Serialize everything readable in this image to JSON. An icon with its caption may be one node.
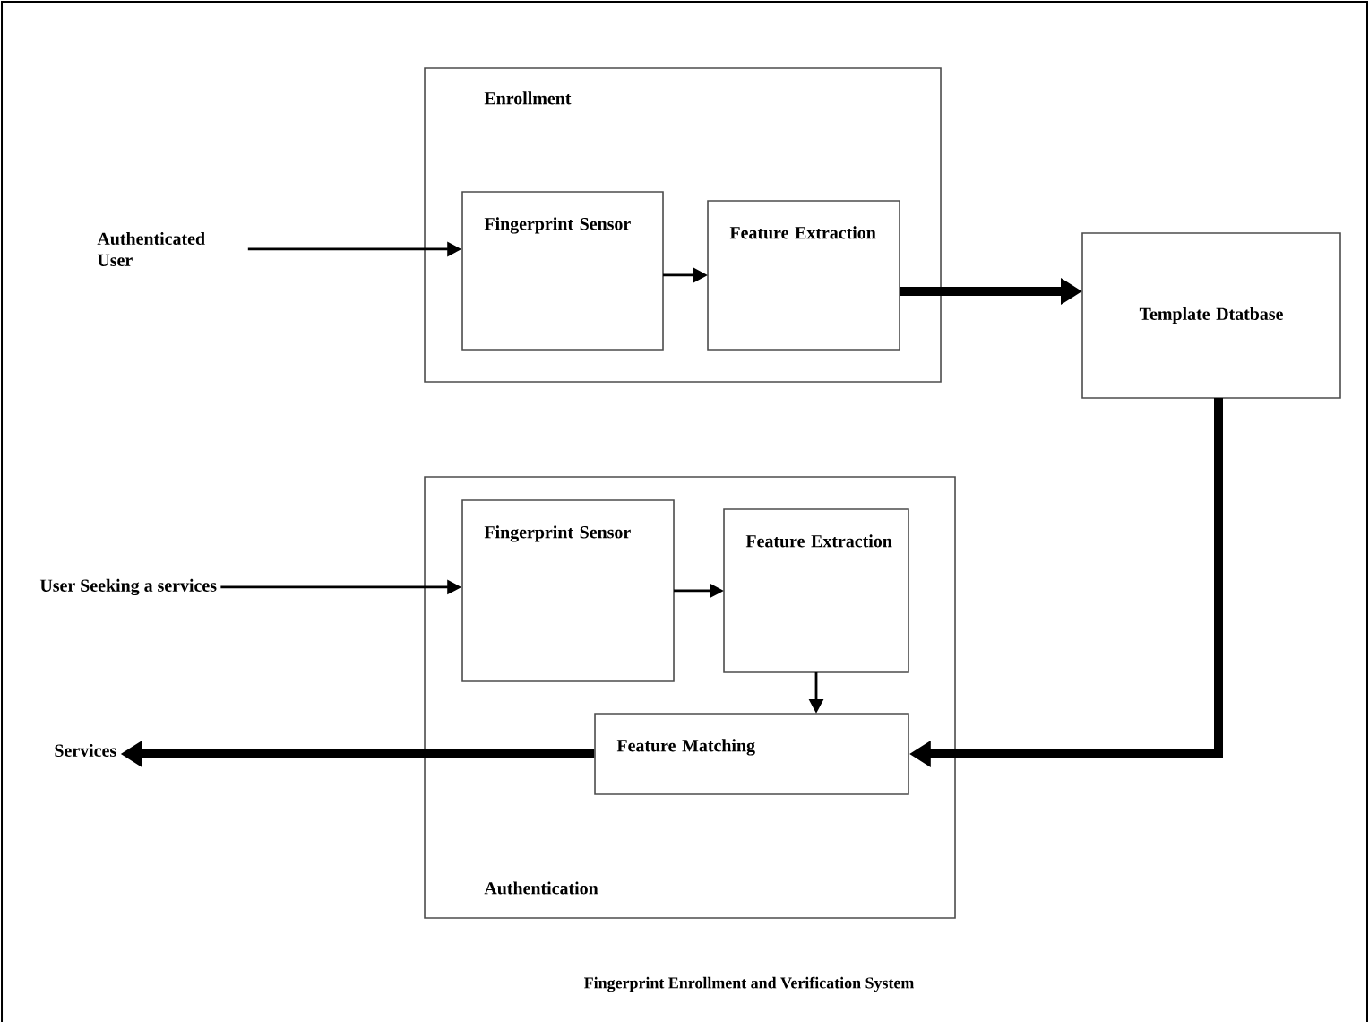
{
  "diagram": {
    "caption": "Fingerprint Enrollment and Verification System",
    "nodes": [
      {
        "text": [
          "Enrollment"
        ]
      },
      {
        "text": [
          "Fingerprint Sensor"
        ],
        "in": 0
      },
      {
        "text": [
          "Feature Extraction"
        ],
        "in": 0
      },
      {
        "text": [
          "Template Dtatbase"
        ]
      },
      {
        "text": [
          "Authenticated User"
        ]
      },
      {
        "text": [
          "Authentication"
        ]
      },
      {
        "text": [
          "Fingerprint Sensor"
        ],
        "in": 5
      },
      {
        "text": [
          "Feature Extraction"
        ],
        "in": 5
      },
      {
        "text": [
          "Feature Matching"
        ],
        "in": 5
      },
      {
        "text": [
          "User Seeking a services"
        ]
      },
      {
        "text": [
          "Services"
        ]
      }
    ],
    "edges": [
      {
        "from": 4,
        "to": 1,
        "arrow": "to"
      },
      {
        "from": 1,
        "to": 2,
        "arrow": "to"
      },
      {
        "from": 2,
        "to": 3,
        "arrow": "to",
        "style": "thick"
      },
      {
        "from": 3,
        "to": 8,
        "arrow": "to",
        "style": "thick"
      },
      {
        "from": 9,
        "to": 6,
        "arrow": "to"
      },
      {
        "from": 6,
        "to": 7,
        "arrow": "to"
      },
      {
        "from": 7,
        "to": 8,
        "arrow": "to"
      },
      {
        "from": 8,
        "to": 10,
        "arrow": "to",
        "style": "thick"
      }
    ]
  }
}
